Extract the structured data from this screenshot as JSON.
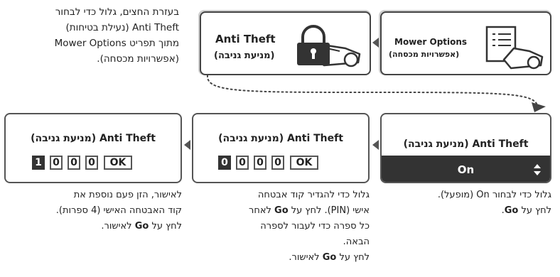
{
  "intro": {
    "line1": "בעזרת החצים, גלול כדי לבחור",
    "line2": "Anti Theft (נעילת בטיחות)",
    "line3": "מתוך תפריט Mower Options",
    "line4": "(אפשרויות מכסחה)."
  },
  "screen_mower": {
    "title": "Mower Options",
    "subtitle": "(אפשרויות מכסחה)"
  },
  "screen_antitheft": {
    "title": "Anti Theft",
    "subtitle": "(מניעת גניבה)"
  },
  "display_title": "Anti Theft (מניעת גניבה)",
  "display_on": {
    "value": "On",
    "updown_icon": "updown-icon"
  },
  "display_pin1": {
    "digits": [
      "0",
      "0",
      "0",
      "0"
    ],
    "ok": "OK"
  },
  "display_pin2": {
    "digits": [
      "1",
      "0",
      "0",
      "0"
    ],
    "ok": "OK"
  },
  "step_on": {
    "line1": "גלול כדי לבחור On (מופעל).",
    "line2_pre": "לחץ על ",
    "line2_bold": "Go",
    "line2_post": "."
  },
  "step_pin": {
    "line1": "גלול כדי להגדיר קוד אבטחה",
    "line2_pre": "אישי (PIN). לחץ על ",
    "line2_bold": "Go",
    "line2_post": " לאחר",
    "line3": "כל ספרה כדי לעבור לספרה",
    "line4": "הבאה.",
    "line5_pre": "לחץ על ",
    "line5_bold": "Go",
    "line5_post": " לאישור."
  },
  "step_confirm": {
    "line1": "לאישור, הזן פעם נוספת את",
    "line2": "קוד האבטחה האישי (4 ספרות).",
    "line3_pre": "לחץ על ",
    "line3_bold": "Go",
    "line3_post": " לאישור."
  }
}
